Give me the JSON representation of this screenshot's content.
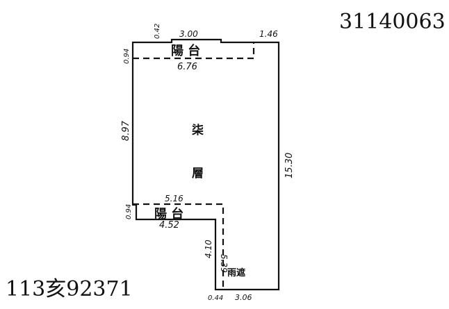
{
  "header": {
    "code": "31140063"
  },
  "footer": {
    "code": "113亥92371"
  },
  "labels": {
    "balcony_top": "陽    台",
    "balcony_mid": "陽    台",
    "floor_char1": "柒",
    "floor_char2": "層",
    "eaves": "雨遮"
  },
  "dimensions": {
    "d_042": "0.42",
    "d_300": "3.00",
    "d_146": "1.46",
    "d_094_top": "0.94",
    "d_676": "6.76",
    "d_897": "8.97",
    "d_1530": "15.30",
    "d_516": "5.16",
    "d_094_mid": "0.94",
    "d_452": "4.52",
    "d_410": "4.10",
    "d_539": "5.39",
    "d_044": "0.44",
    "d_306": "3.06"
  }
}
